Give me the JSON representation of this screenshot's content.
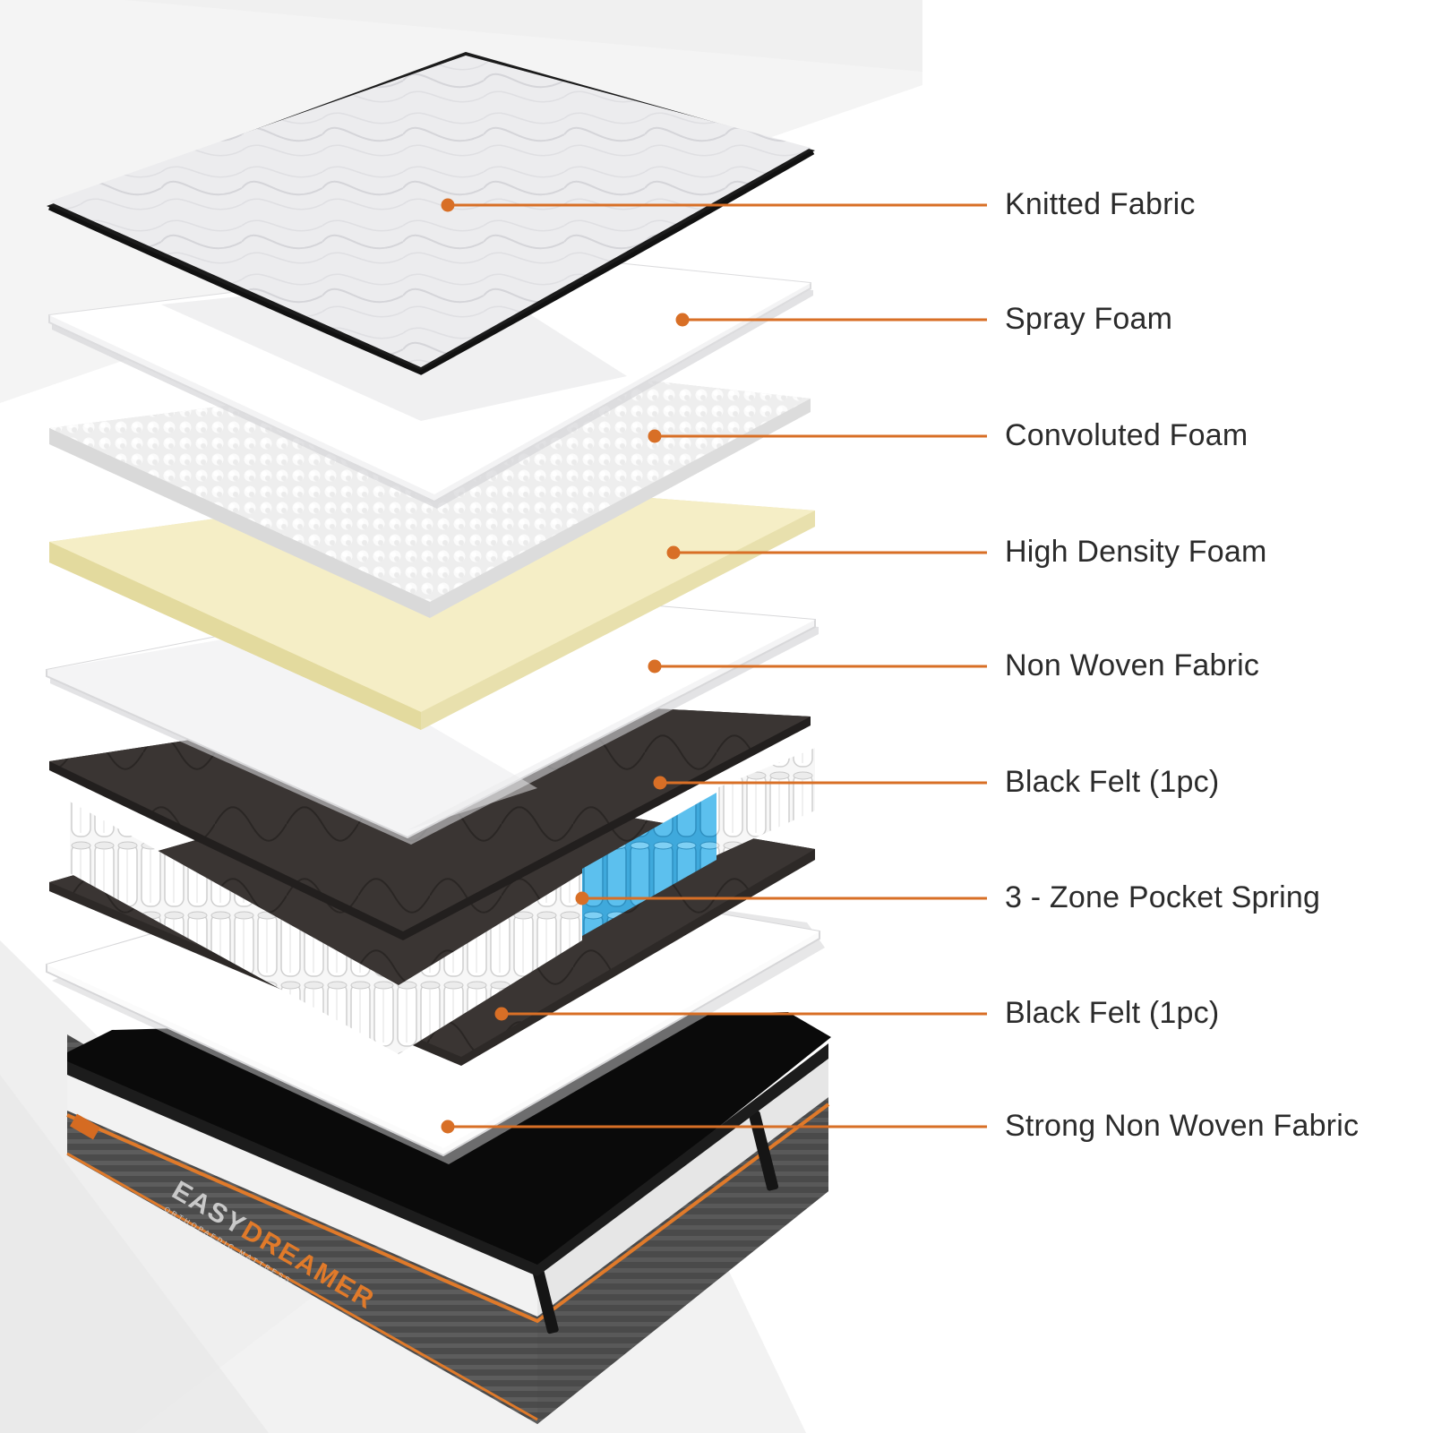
{
  "brand": {
    "name_part1": "EASY",
    "name_part2": "DREAMER",
    "tagline": "ORTHOPAEDIC MATTRESS"
  },
  "colors": {
    "accent": "#e07a2a",
    "label_text": "#2b2b2b",
    "spring_zone": "#4fb8e8",
    "latex": "#f3ecc2",
    "felt": "#3a3533"
  },
  "layers": [
    {
      "label": "Knitted Fabric",
      "material": "knitted-fabric"
    },
    {
      "label": "Spray Foam",
      "material": "spray-foam"
    },
    {
      "label": "Convoluted Foam",
      "material": "convoluted-foam"
    },
    {
      "label": "High Density Foam",
      "material": "high-density-foam"
    },
    {
      "label": "Non Woven Fabric",
      "material": "non-woven-fabric"
    },
    {
      "label": "Black Felt (1pc)",
      "material": "black-felt"
    },
    {
      "label": "3 - Zone Pocket Spring",
      "material": "pocket-spring"
    },
    {
      "label": "Black Felt (1pc)",
      "material": "black-felt"
    },
    {
      "label": "Strong Non Woven Fabric",
      "material": "strong-non-woven-fabric"
    }
  ]
}
